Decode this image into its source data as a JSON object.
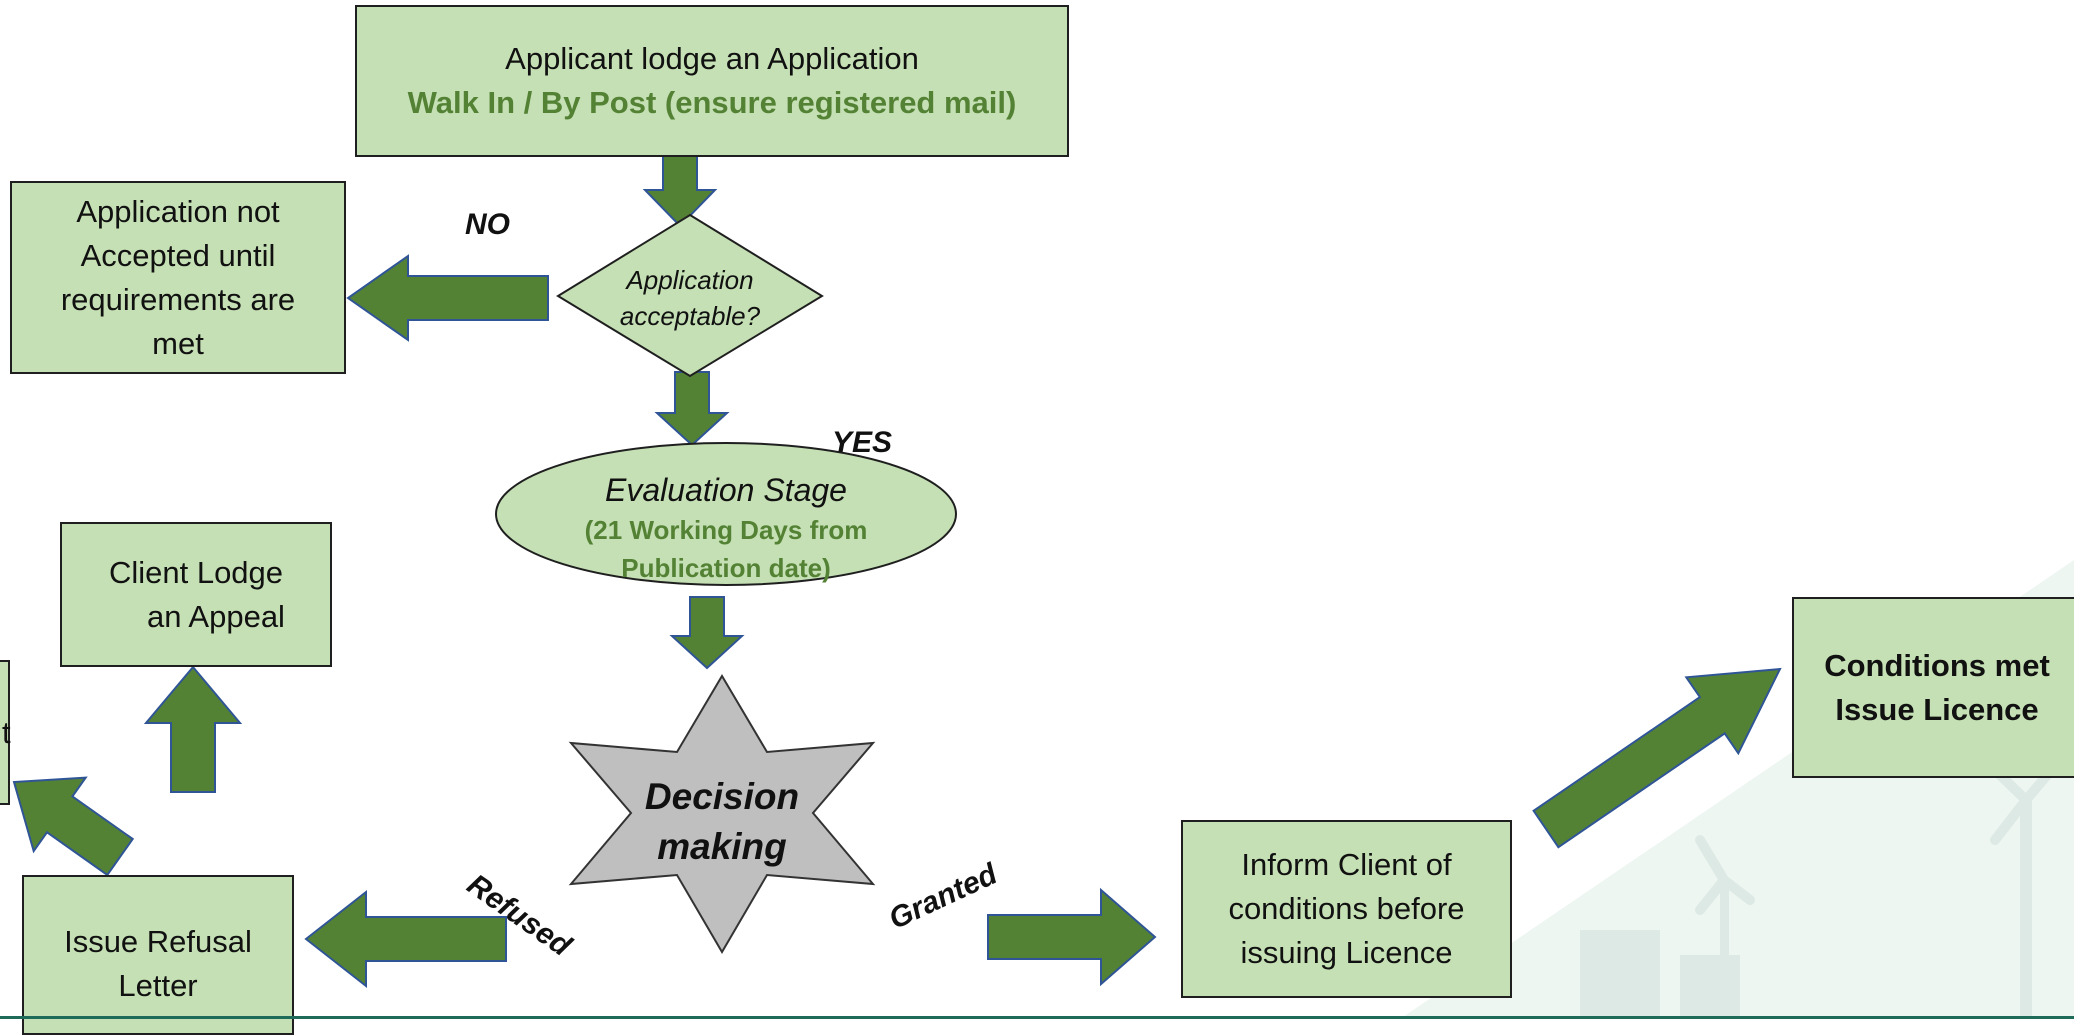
{
  "colors": {
    "box_fill": "#c5e0b4",
    "arrow_fill": "#548235",
    "arrow_stroke": "#2f5597",
    "star_fill": "#bfbfbf",
    "emphasis_text": "#548235"
  },
  "nodes": {
    "apply": {
      "line1": "Applicant lodge an Application",
      "line2": "Walk In  / By Post (ensure registered mail)"
    },
    "not_accepted": {
      "lines": [
        "Application not",
        "Accepted until",
        "requirements are",
        "met"
      ]
    },
    "acceptable": {
      "lines": [
        "Application",
        "acceptable?"
      ]
    },
    "evaluation": {
      "title": "Evaluation Stage",
      "sub_lines": [
        "(21 Working Days from",
        "Publication date)"
      ]
    },
    "appeal": {
      "lines": [
        "Client Lodge",
        "an Appeal"
      ]
    },
    "decision": {
      "lines": [
        "Decision",
        "making"
      ]
    },
    "refusal": {
      "lines": [
        "Issue Refusal",
        "Letter"
      ]
    },
    "inform": {
      "lines": [
        "Inform Client of",
        "conditions before",
        "issuing Licence"
      ]
    },
    "issue": {
      "lines": [
        "Conditions met",
        "Issue Licence"
      ]
    },
    "partial_left": {
      "text": "t"
    }
  },
  "edge_labels": {
    "no": "NO",
    "yes": "YES",
    "refused": "Refused",
    "granted": "Granted"
  }
}
